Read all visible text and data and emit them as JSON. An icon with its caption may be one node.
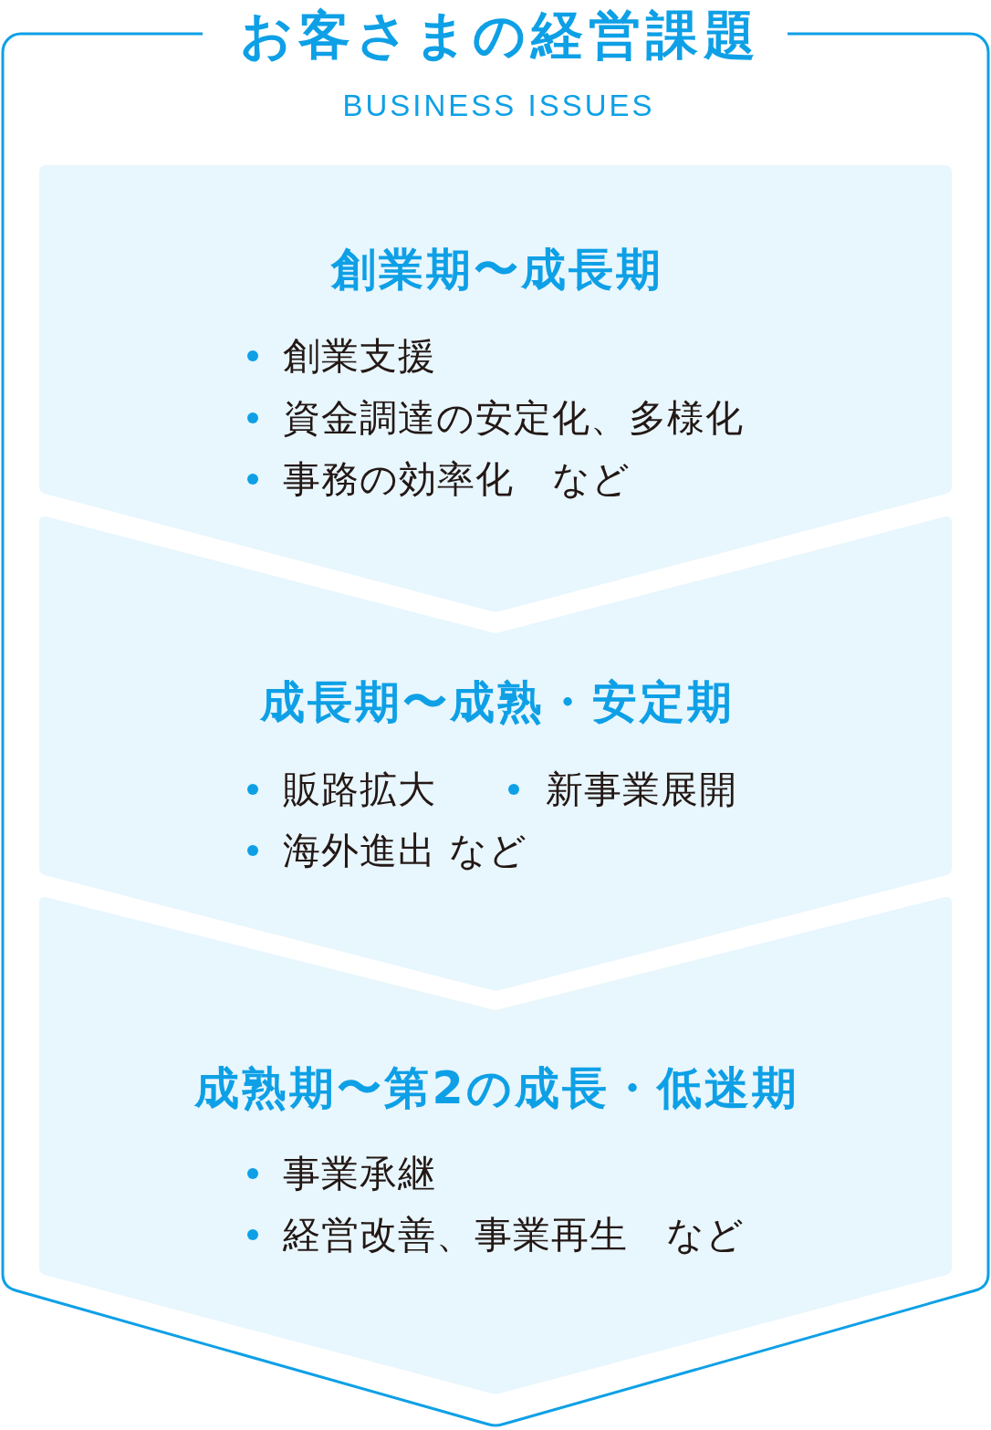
{
  "diagram": {
    "nodes": [
      {
        "text": [
          "お客さまの経営課題",
          "BUSINESS ISSUES"
        ]
      },
      {
        "text": [
          "創業期〜成長期",
          "創業支援",
          "資金調達の安定化、多様化",
          "事務の効率化　など"
        ],
        "in": 0
      },
      {
        "text": [
          "成長期〜成熟・安定期",
          "販路拡大",
          "新事業展開",
          "海外進出 など"
        ],
        "in": 0
      },
      {
        "text": [
          "成熟期〜第2の成長・低迷期",
          "事業承継",
          "経営改善、事業再生　など"
        ],
        "in": 0
      }
    ]
  }
}
